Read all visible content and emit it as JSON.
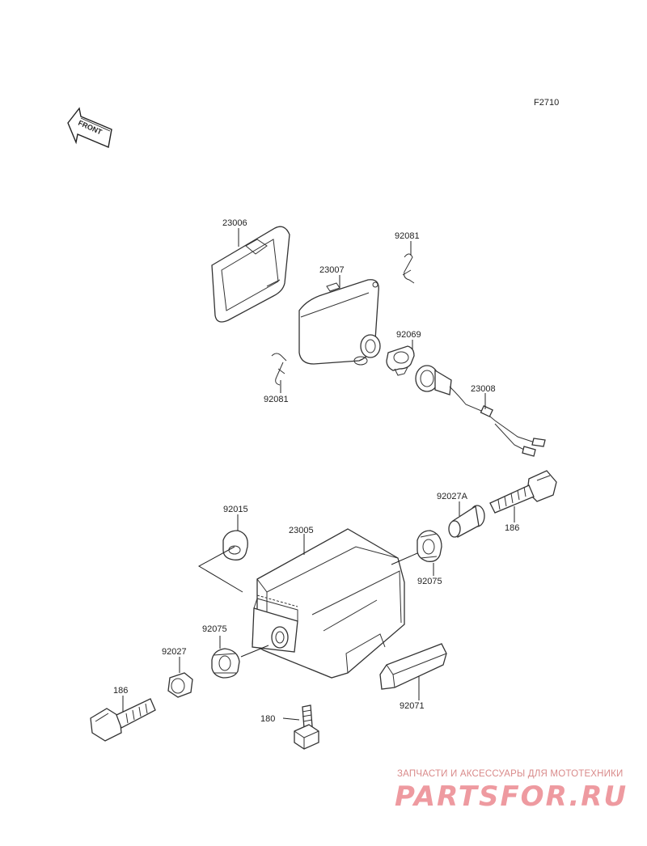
{
  "figure_code": "F2710",
  "front_marker": "FRONT",
  "parts": {
    "p23006": "23006",
    "p92081_top": "92081",
    "p23007": "23007",
    "p92069": "92069",
    "p92081_left": "92081",
    "p23008": "23008",
    "p92027A": "92027A",
    "p186_right": "186",
    "p92015": "92015",
    "p23005": "23005",
    "p92075_right": "92075",
    "p92075_left": "92075",
    "p92027": "92027",
    "p186_left": "186",
    "p180": "180",
    "p92071": "92071"
  },
  "watermark": {
    "tagline": "ЗАПЧАСТИ И АКСЕССУАРЫ ДЛЯ МОТОТЕХНИКИ",
    "brand": "PARTSFOR.RU"
  }
}
